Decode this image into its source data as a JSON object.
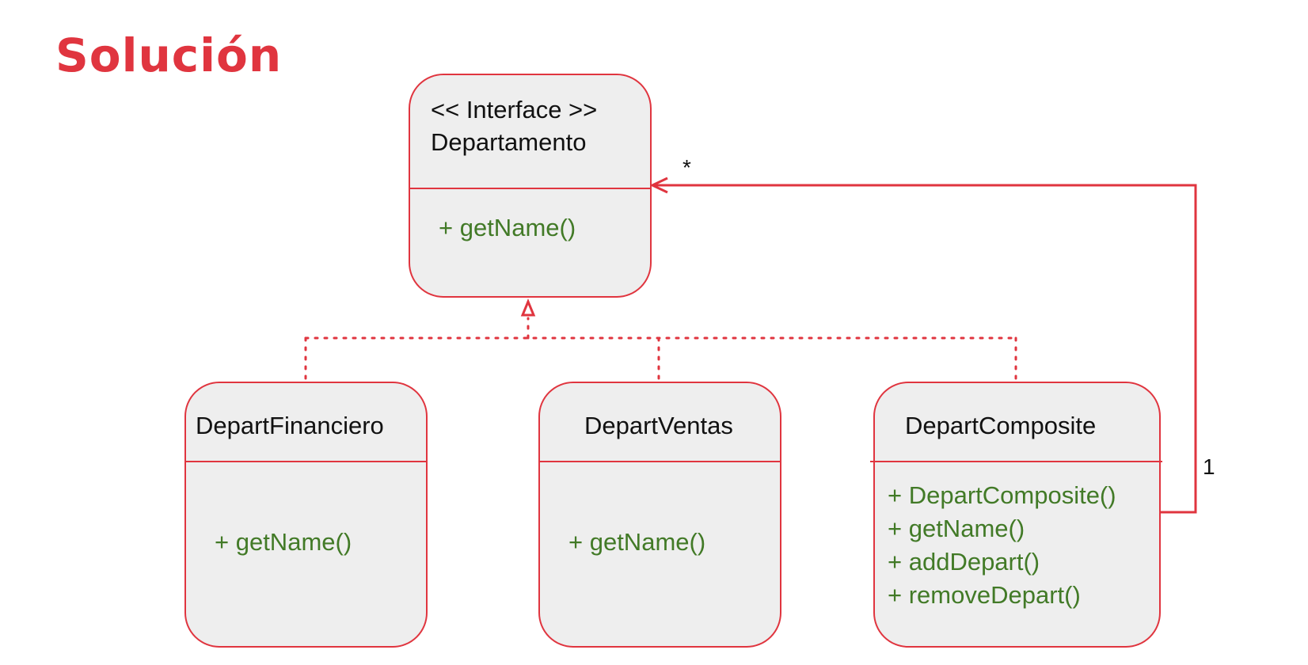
{
  "title": "Solución",
  "interface": {
    "stereotype": "<< Interface >>",
    "name": "Departamento",
    "methods": [
      "+ getName()"
    ]
  },
  "classes": [
    {
      "name": "DepartFinanciero",
      "methods": [
        "+ getName()"
      ]
    },
    {
      "name": "DepartVentas",
      "methods": [
        "+ getName()"
      ]
    },
    {
      "name": "DepartComposite",
      "methods": [
        "+ DepartComposite()",
        "+ getName()",
        "+ addDepart()",
        "+ removeDepart()"
      ]
    }
  ],
  "association": {
    "target_multiplicity": "*",
    "source_multiplicity": "1"
  },
  "colors": {
    "accent": "#e0353f",
    "box_fill": "#eeeeee",
    "method_text": "#427a27"
  }
}
